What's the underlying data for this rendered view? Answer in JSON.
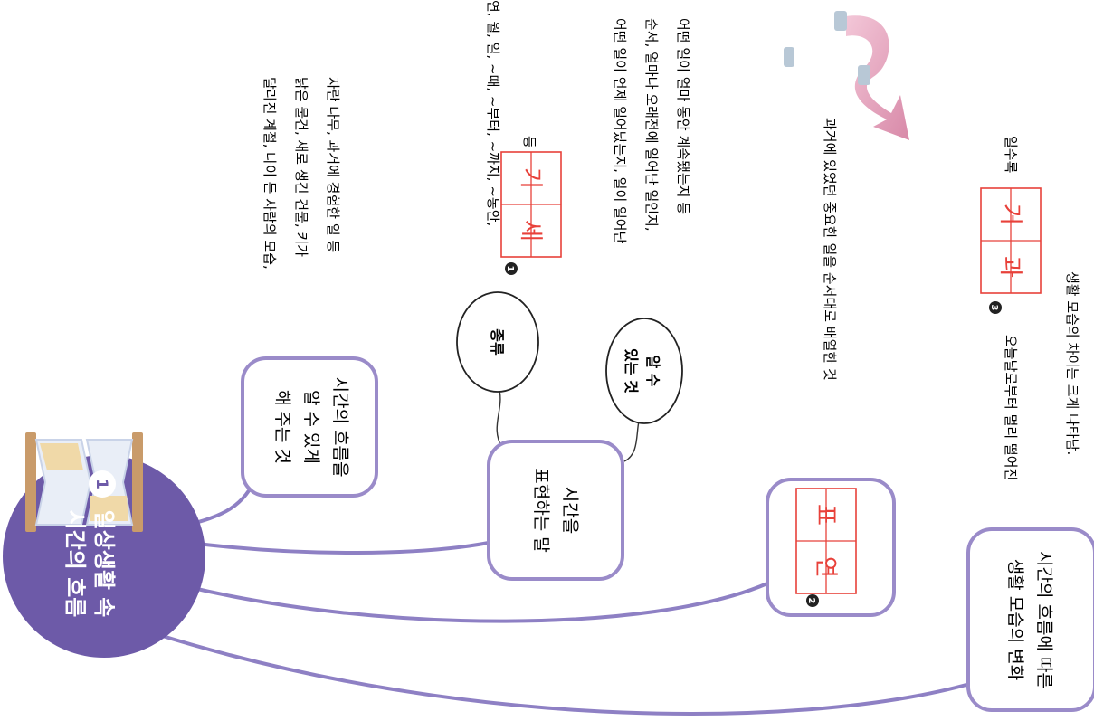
{
  "center": {
    "number": "1",
    "title_line1": "일상생활 속",
    "title_line2": "시간의 흐름"
  },
  "node_flow": {
    "line1": "시간의 흐름을",
    "line2": "알 수 있게",
    "line3": "해 주는 것",
    "desc_line1": "달라진 계절, 나이 든 사람의 모습,",
    "desc_line2": "낡은 물건, 새로 생긴 건물, 키가",
    "desc_line3": "자란 나무, 과거에 경험한 일 등"
  },
  "node_words": {
    "line1": "시간을",
    "line2": "표현하는 말",
    "kind_label": "종류",
    "kind_desc": "연, 월, 일, ~때, ~부터, ~까지, ~동안,",
    "blank1_number": "1",
    "blank1_char1": "세",
    "blank1_char2": "기",
    "blank1_suffix": "등",
    "know_line1": "알 수",
    "know_line2": "있는 것",
    "know_desc1": "어떤 일이 언제 일어났는지, 일이 일어난",
    "know_desc2": "순서, 얼마나 오래전에 일어난 일인지,",
    "know_desc3": "어떤 일이 얼마 동안 계속됐는지 등"
  },
  "node_chronology": {
    "blank2_number": "2",
    "char1": "연",
    "char2": "표",
    "desc": "과거에 있었던 중요한 일을 순서대로 배열한 것"
  },
  "node_change": {
    "line1": "시간의 흐름에 따른",
    "line2": "생활 모습의 변화",
    "desc1_prefix": "오늘날로부터 멀리 떨어진",
    "blank3_number": "3",
    "char1": "과",
    "char2": "거",
    "desc1_suffix": "일수록",
    "desc2": "생활 모습의 차이는 크게 나타남."
  },
  "colors": {
    "purple_dark": "#6d5aa8",
    "purple_border": "#9a8bc9",
    "blank_red": "#e8413a",
    "text": "#222222"
  }
}
